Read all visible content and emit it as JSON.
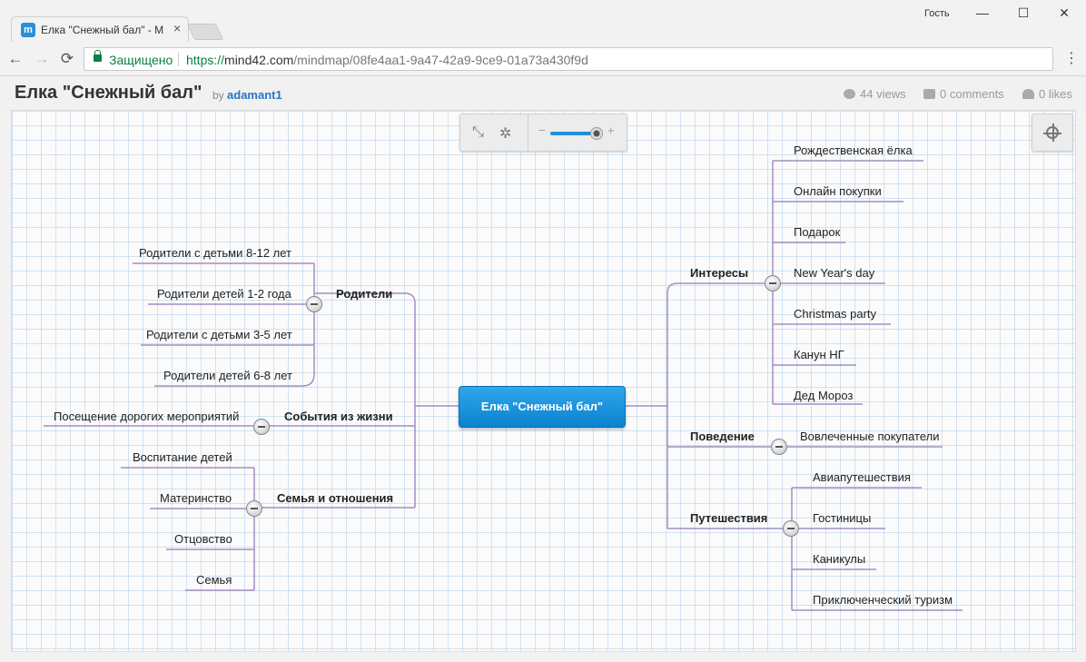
{
  "browser": {
    "tab_title": "Елка \"Снежный бал\" - M",
    "tab_close": "×",
    "profile_name": "Гость",
    "window_controls": {
      "minimize": "—",
      "maximize": "☐",
      "close": "✕"
    },
    "nav": {
      "back": "←",
      "forward": "→",
      "reload": "⟳",
      "menu": "⋮"
    },
    "secure_label": "Защищено",
    "url": {
      "scheme": "https://",
      "host": "mind42.com",
      "path": "/mindmap/08fe4aa1-9a47-42a9-9ce9-01a73a430f9d"
    }
  },
  "header": {
    "title": "Елка \"Снежный бал\"",
    "by_label": "by",
    "author": "adamant1",
    "views": "44 views",
    "comments": "0 comments",
    "likes": "0 likes"
  },
  "toolbar": {
    "collapse_icon": "⤡",
    "expand_icon": "✲",
    "zoom_minus": "−",
    "zoom_plus": "+",
    "zoom_level": 0.85
  },
  "mindmap": {
    "root": "Елка \"Снежный бал\"",
    "left": [
      {
        "label": "Родители",
        "children": [
          "Родители с детьми 8-12 лет",
          "Родители детей 1-2 года",
          "Родители с детьми 3-5 лет",
          "Родители детей 6-8 лет"
        ]
      },
      {
        "label": "События из жизни",
        "children": [
          "Посещение дорогих мероприятий"
        ]
      },
      {
        "label": "Семья и отношения",
        "children": [
          "Воспитание детей",
          "Материнство",
          "Отцовство",
          "Семья"
        ]
      }
    ],
    "right": [
      {
        "label": "Интересы",
        "children": [
          "Рождественская ёлка",
          "Онлайн покупки",
          "Подарок",
          "New Year's day",
          "Christmas party",
          "Канун НГ",
          "Дед Мороз"
        ]
      },
      {
        "label": "Поведение",
        "children": [
          "Вовлеченные покупатели"
        ]
      },
      {
        "label": "Путешествия",
        "children": [
          "Авиапутешествия",
          "Гостиницы",
          "Каникулы",
          "Приключенческий туризм"
        ]
      }
    ]
  },
  "colors": {
    "branch": "#a28fc2",
    "root_fill": "#1b93dd",
    "author_link": "#2a73c5",
    "secure": "#0b8043"
  }
}
